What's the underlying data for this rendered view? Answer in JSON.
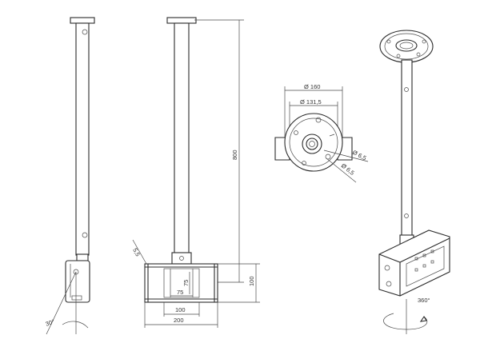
{
  "dimensions": {
    "tilt_angle": "30°",
    "height": "800",
    "hole_size_side": "5,5",
    "hole_spacing_v": "75",
    "hole_spacing_h": "75",
    "plate_height": "100",
    "inner_width": "100",
    "outer_width": "200",
    "base_outer_diameter": "Ø 160",
    "base_hole_circle": "Ø 131,5",
    "base_hole_1": "Ø 6,5",
    "base_hole_2": "Ø 6,5",
    "rotation": "360°"
  }
}
